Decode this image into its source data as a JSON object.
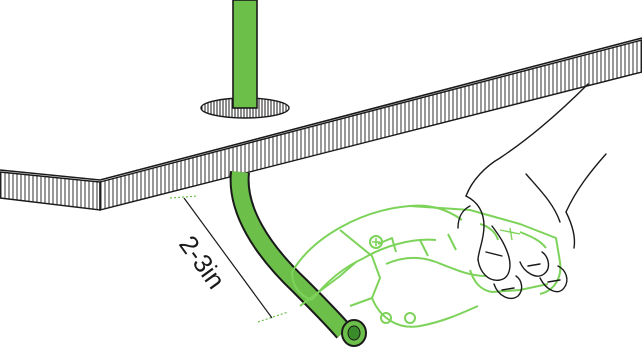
{
  "figure": {
    "measurement": {
      "label": "2-3in"
    },
    "colors": {
      "pipe_green": "#6cc04a",
      "cutter_green": "#7dd35a",
      "outline": "#1a1a1a",
      "background": "#ffffff"
    },
    "icons": [
      "subfloor-board",
      "floor-hole",
      "pex-pipe",
      "pipe-cutter-tool",
      "hand"
    ]
  }
}
